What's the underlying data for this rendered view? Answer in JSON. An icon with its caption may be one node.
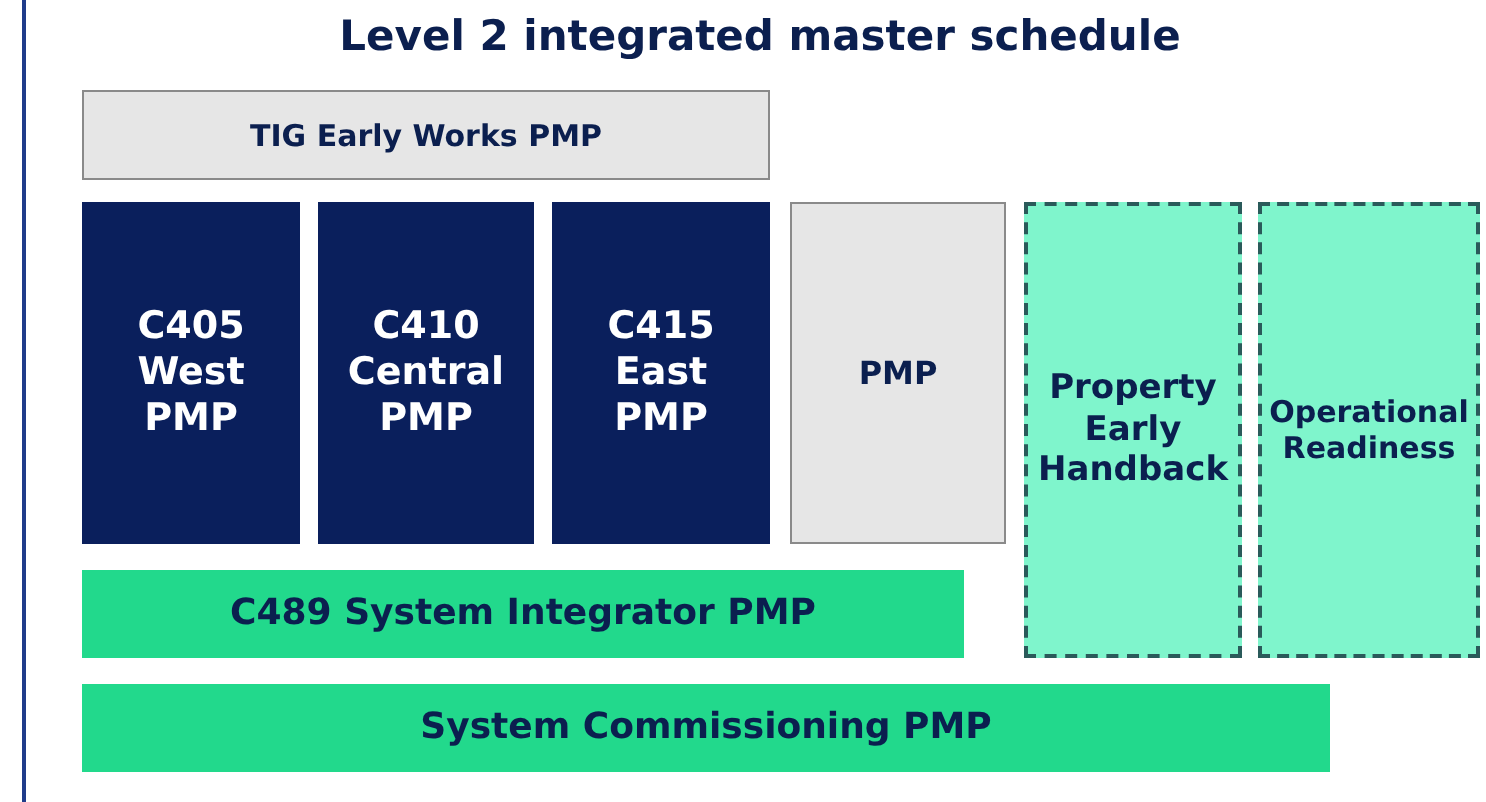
{
  "diagram": {
    "title": "Level 2 integrated master schedule",
    "nodes": [
      {
        "text": [
          "TIG Early Works PMP"
        ]
      },
      {
        "text": [
          "C405 West PMP"
        ]
      },
      {
        "text": [
          "C410 Central PMP"
        ]
      },
      {
        "text": [
          "C415 East PMP"
        ]
      },
      {
        "text": [
          "PMP"
        ]
      },
      {
        "text": [
          "Property Early Handback"
        ]
      },
      {
        "text": [
          "Operational Readiness"
        ]
      },
      {
        "text": [
          "C489 System Integrator PMP"
        ]
      },
      {
        "text": [
          "System Commissioning PMP"
        ]
      }
    ]
  }
}
